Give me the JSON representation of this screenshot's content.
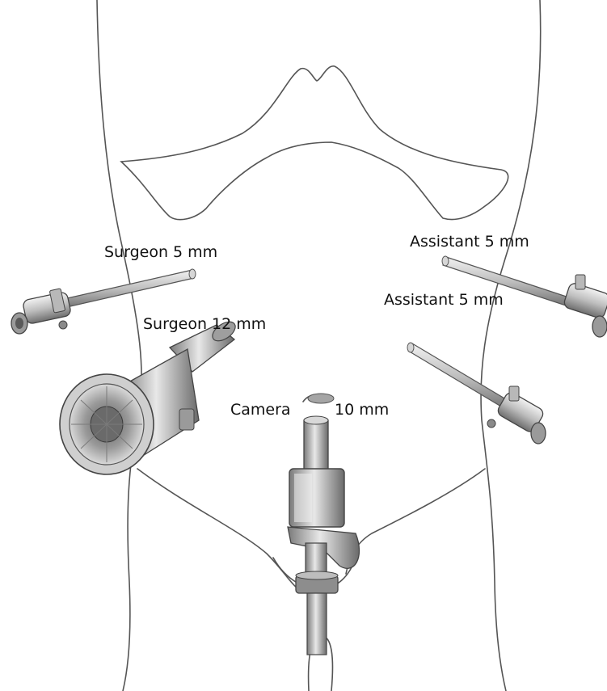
{
  "labels": {
    "surgeon_5": "Surgeon 5 mm",
    "surgeon_12": "Surgeon 12 mm",
    "assistant_5_upper": "Assistant 5 mm",
    "assistant_5_lower": "Assistant 5 mm",
    "camera": "Camera",
    "camera_size": "10 mm"
  },
  "colors": {
    "outline": "#555555",
    "metal_light": "#e2e2e2",
    "metal_mid": "#a9a9a9",
    "metal_dark": "#5a5a5a",
    "text": "#111111"
  }
}
